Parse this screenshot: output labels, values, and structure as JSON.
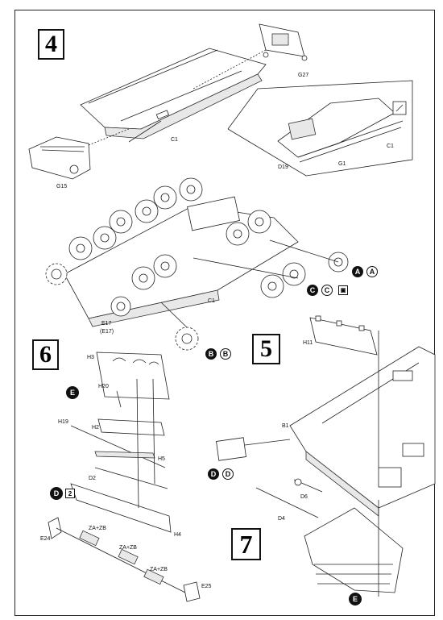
{
  "steps": {
    "step4": "4",
    "step5": "5",
    "step6": "6",
    "step7": "7"
  },
  "parts": {
    "g27": "G27",
    "c1_top": "C1",
    "g15": "G15",
    "c1_inset": "C1",
    "d19": "D19",
    "g1": "G1",
    "c1_chassis": "C1",
    "e17": "E17",
    "e17_alt": "(E17)",
    "h11": "H11",
    "h3": "H3",
    "h20": "H20",
    "h19": "H19",
    "h2": "H2",
    "h5": "H5",
    "d2": "D2",
    "h4": "H4",
    "b1": "B1",
    "d6": "D6",
    "d4": "D4",
    "e24": "E24",
    "zazb_1": "ZA+ZB",
    "zazb_2": "ZA+ZB",
    "zazb_3": "ZA+ZB",
    "e25": "E25"
  },
  "markers": {
    "a_solid": "A",
    "a_paren": "A",
    "c_solid": "C",
    "c_paren": "C",
    "b_solid": "B",
    "b_paren": "B",
    "e_step6": "E",
    "d_solid_step6": "D",
    "d_qty": "2",
    "d_solid_step5": "D",
    "d_paren_step5": "D",
    "e_step7": "E"
  },
  "colors": {
    "ink": "#111111",
    "paper": "#ffffff"
  }
}
